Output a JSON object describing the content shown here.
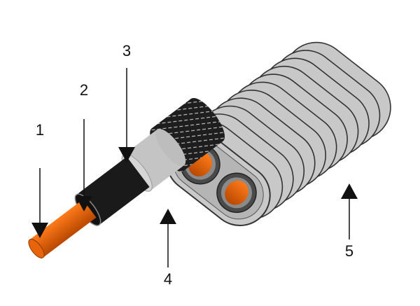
{
  "labels": [
    "1",
    "2",
    "3",
    "4",
    "5"
  ],
  "colors": {
    "copper": "#e8640a",
    "insulation": "#1a1a1a",
    "sheath": "#c4c4c4",
    "braid": "#222222",
    "jacket": "#c8c8c8",
    "outline": "#333333"
  }
}
